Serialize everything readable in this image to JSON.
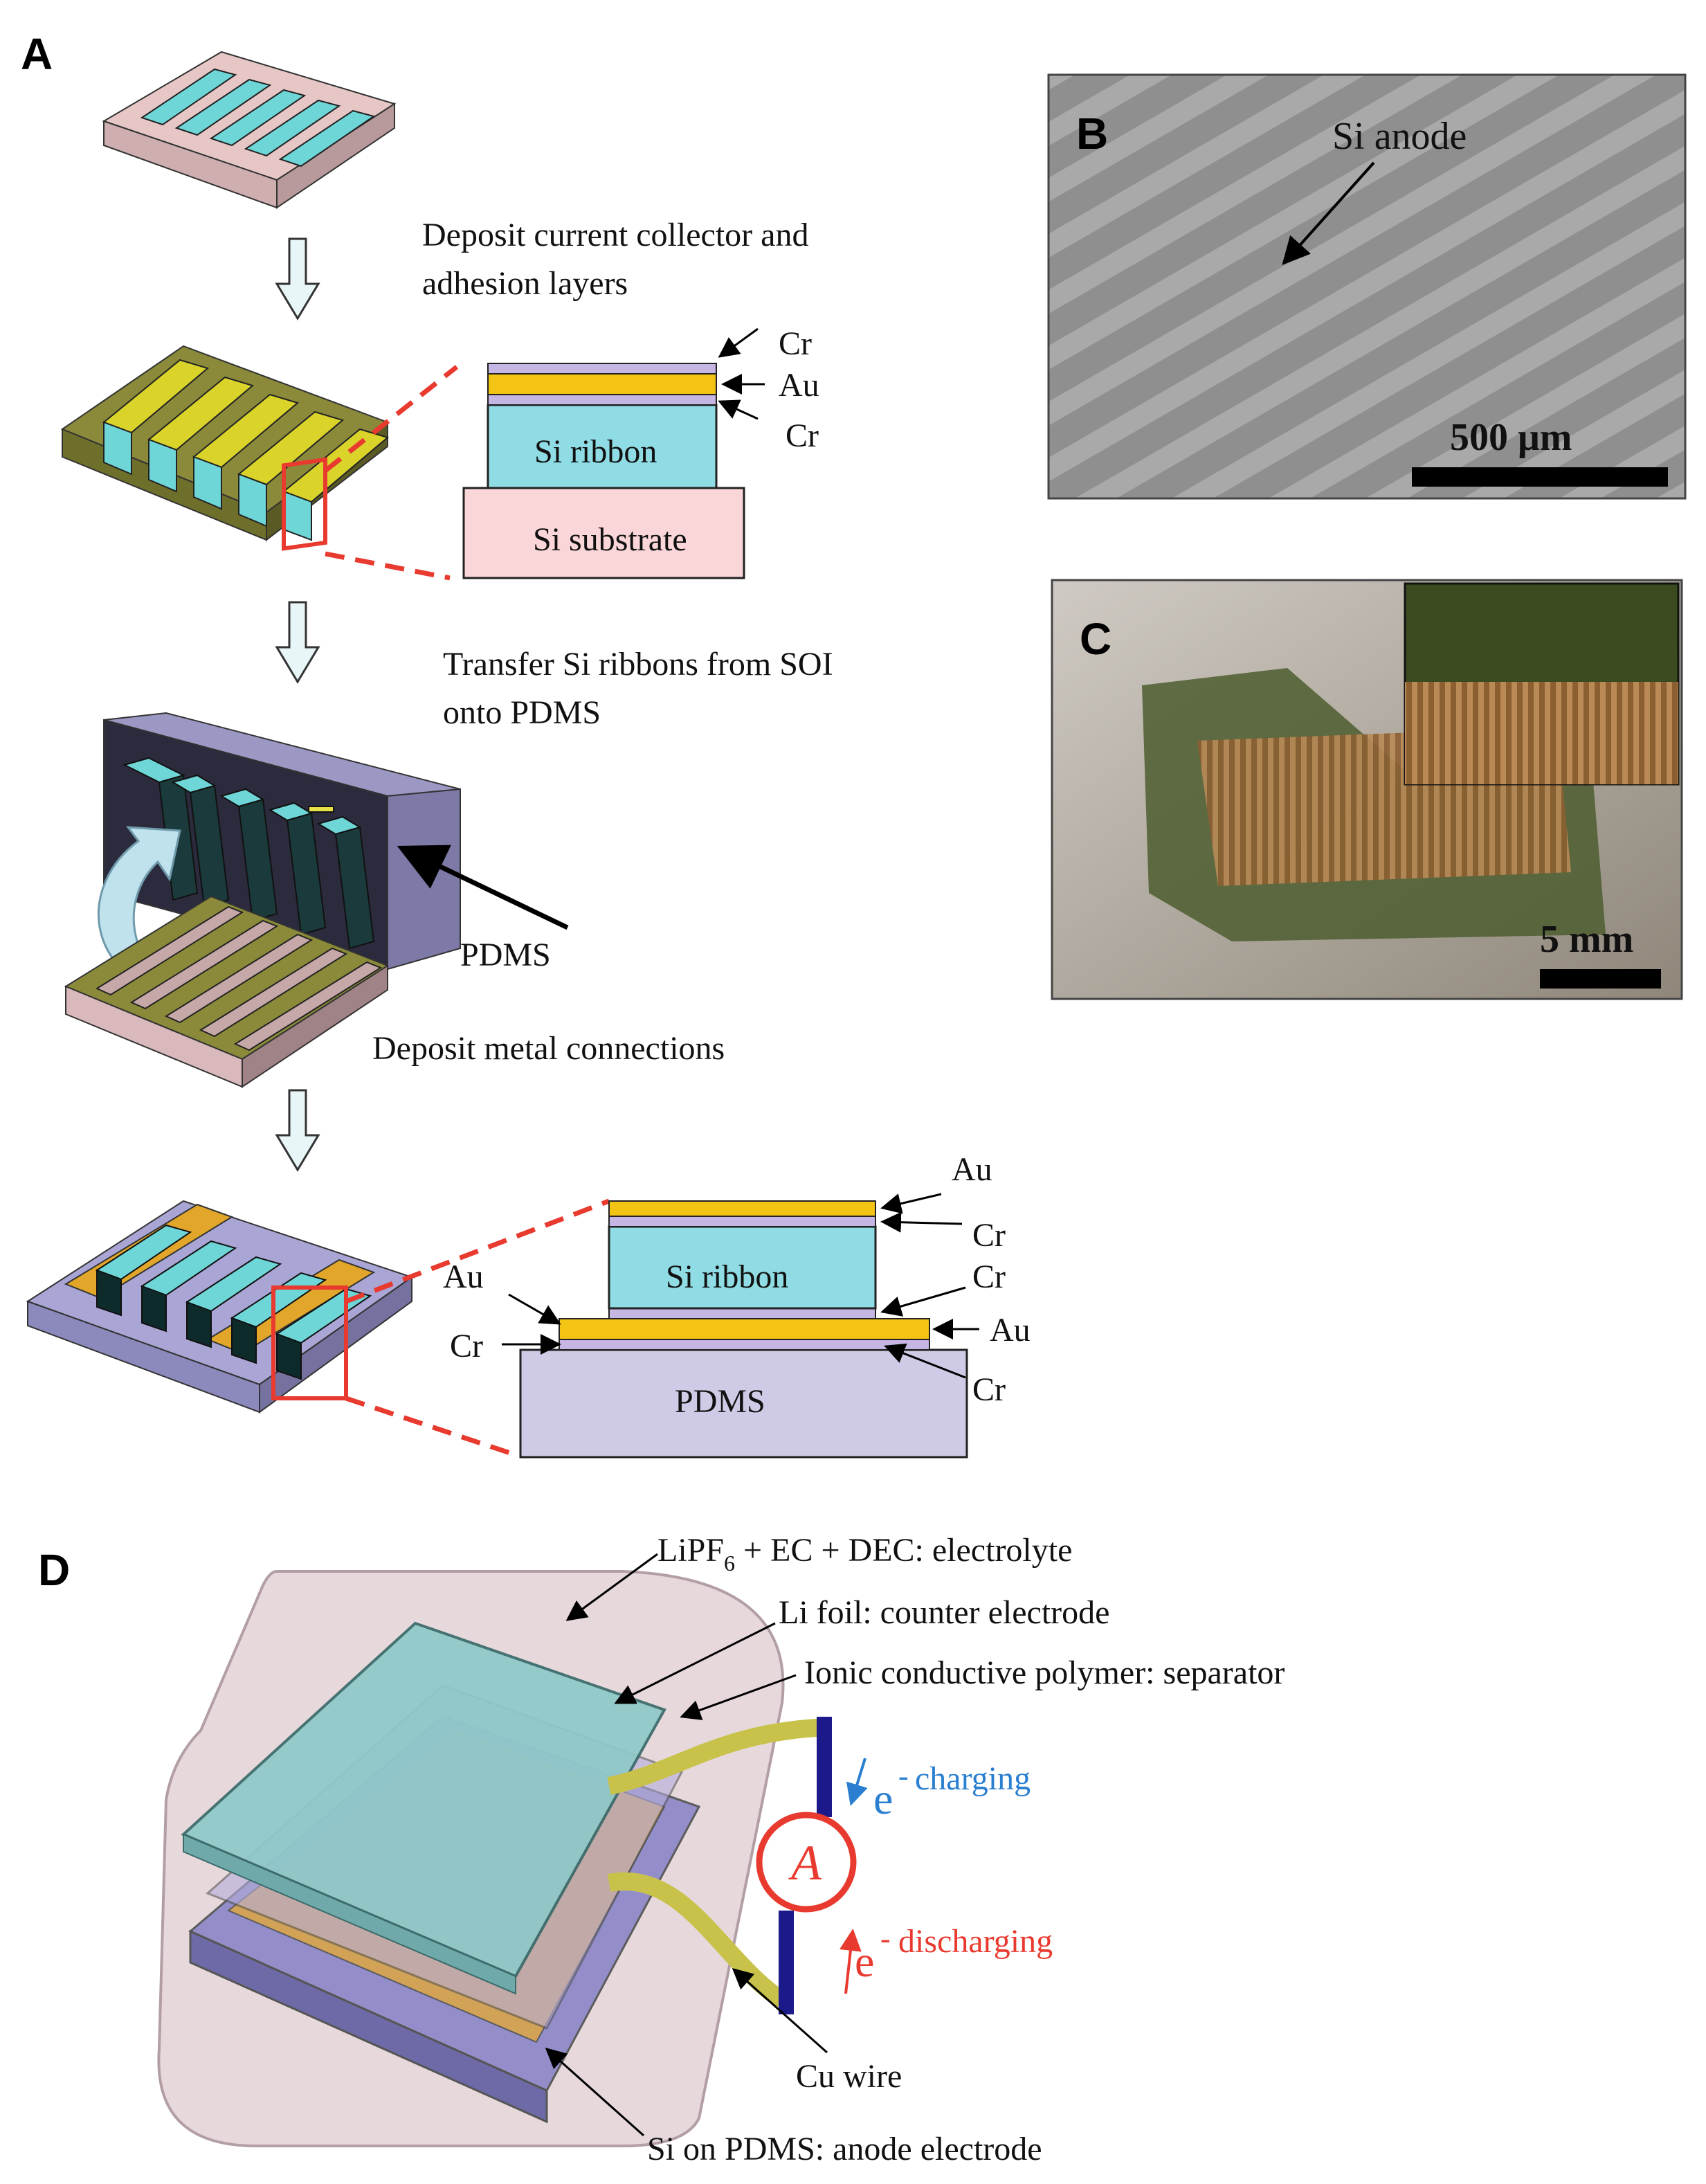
{
  "panels": {
    "A": {
      "letter": "A",
      "step1": "Deposit current collector and",
      "step1b": "adhesion layers",
      "step2": "Transfer Si ribbons from SOI",
      "step2b": "onto PDMS",
      "step3": "Deposit metal connections",
      "pdms_label": "PDMS",
      "cross1": {
        "cr_top": "Cr",
        "au": "Au",
        "cr_bottom": "Cr",
        "ribbon": "Si ribbon",
        "substrate": "Si substrate"
      },
      "cross2": {
        "au_top": "Au",
        "cr_top": "Cr",
        "ribbon": "Si ribbon",
        "cr_mid": "Cr",
        "au_left": "Au",
        "au_right": "Au",
        "cr_left": "Cr",
        "cr_right": "Cr",
        "pdms": "PDMS"
      }
    },
    "B": {
      "letter": "B",
      "label": "Si anode",
      "scale": "500 μm"
    },
    "C": {
      "letter": "C",
      "scale": "5 mm"
    },
    "D": {
      "letter": "D",
      "electrolyte_pre": "LiPF",
      "electrolyte_sub": "6",
      "electrolyte_post": " + EC + DEC: electrolyte",
      "counter": "Li foil: counter electrode",
      "separator": "Ionic conductive polymer: separator",
      "anode": "Si on PDMS: anode electrode",
      "wire": "Cu wire",
      "ammeter": "A",
      "e_symbol": "e",
      "e_sup": "-",
      "charging": "charging",
      "discharging": "discharging"
    }
  },
  "colors": {
    "cyan": "#6fd6d8",
    "pink": "#e7c6c6",
    "olive": "#8a8a3a",
    "gold": "#f3c414",
    "lilac": "#c6b6e4",
    "pdms": "#cfcbe6",
    "red": "#e83a2f",
    "blue": "#2a7fd0"
  }
}
